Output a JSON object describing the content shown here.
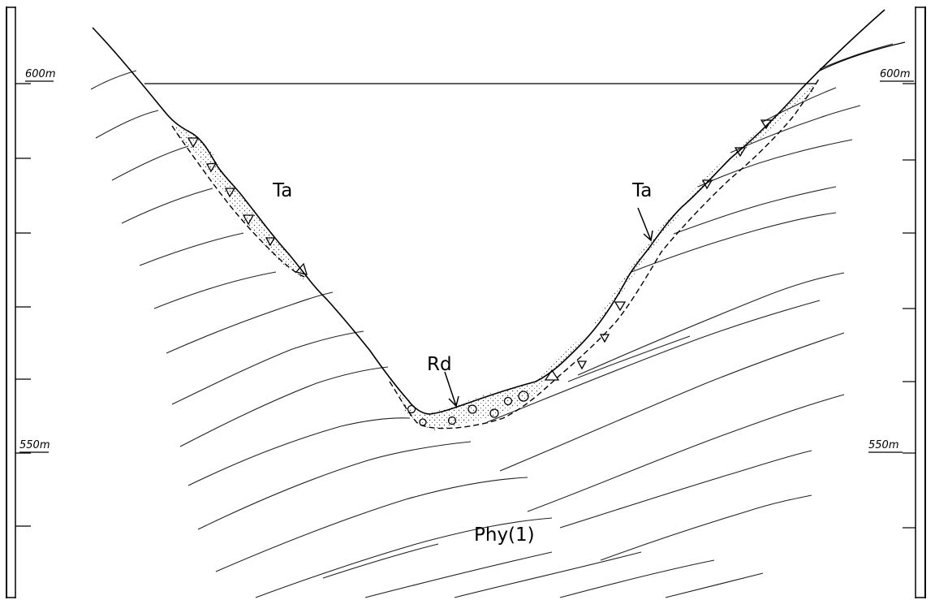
{
  "scale_left": {
    "label_top": "600m",
    "label_bottom": "550m"
  },
  "scale_right": {
    "label_top": "600m",
    "label_bottom": "550m"
  },
  "units": {
    "ta_left": "Ta",
    "ta_right": "Ta",
    "rd": "Rd",
    "phy": "Phy(1)"
  }
}
